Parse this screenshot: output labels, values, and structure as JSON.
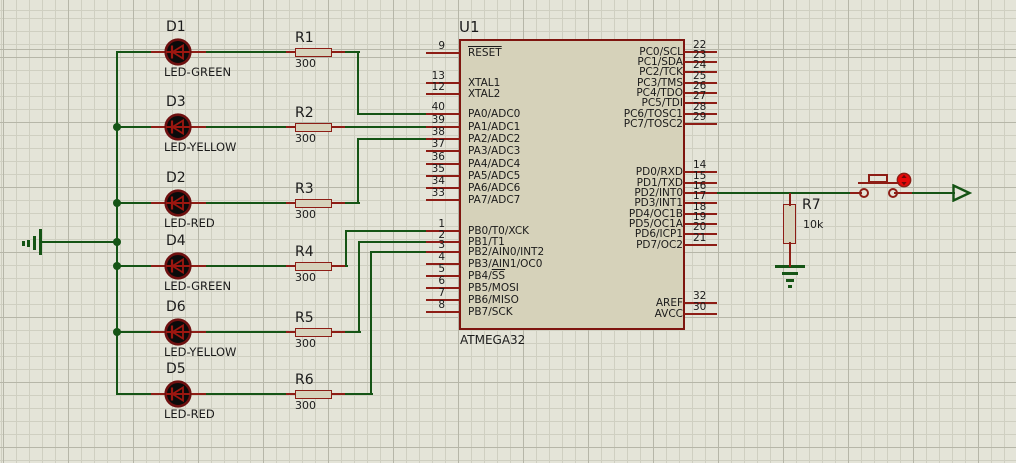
{
  "chip": {
    "ref": "U1",
    "part": "ATMEGA32",
    "left_pins": [
      {
        "num": "9",
        "pre": "",
        "over": "RESET"
      },
      {
        "num": "13",
        "pre": "XTAL1",
        "over": ""
      },
      {
        "num": "12",
        "pre": "XTAL2",
        "over": ""
      },
      {
        "num": "40",
        "pre": "PA0/ADC0",
        "over": ""
      },
      {
        "num": "39",
        "pre": "PA1/ADC1",
        "over": ""
      },
      {
        "num": "38",
        "pre": "PA2/ADC2",
        "over": ""
      },
      {
        "num": "37",
        "pre": "PA3/ADC3",
        "over": ""
      },
      {
        "num": "36",
        "pre": "PA4/ADC4",
        "over": ""
      },
      {
        "num": "35",
        "pre": "PA5/ADC5",
        "over": ""
      },
      {
        "num": "34",
        "pre": "PA6/ADC6",
        "over": ""
      },
      {
        "num": "33",
        "pre": "PA7/ADC7",
        "over": ""
      },
      {
        "num": "1",
        "pre": "PB0/T0/XCK",
        "over": ""
      },
      {
        "num": "2",
        "pre": "PB1/T1",
        "over": ""
      },
      {
        "num": "3",
        "pre": "PB2/AIN0/INT2",
        "over": ""
      },
      {
        "num": "4",
        "pre": "PB3/AIN1/OC0",
        "over": ""
      },
      {
        "num": "5",
        "pre": "PB4/",
        "over": "SS"
      },
      {
        "num": "6",
        "pre": "PB5/MOSI",
        "over": ""
      },
      {
        "num": "7",
        "pre": "PB6/MISO",
        "over": ""
      },
      {
        "num": "8",
        "pre": "PB7/SCK",
        "over": ""
      }
    ],
    "right_pins": [
      {
        "num": "22",
        "pre": "PC0/SCL",
        "over": ""
      },
      {
        "num": "23",
        "pre": "PC1/SDA",
        "over": ""
      },
      {
        "num": "24",
        "pre": "PC2/TCK",
        "over": ""
      },
      {
        "num": "25",
        "pre": "PC3/TMS",
        "over": ""
      },
      {
        "num": "26",
        "pre": "PC4/TDO",
        "over": ""
      },
      {
        "num": "27",
        "pre": "PC5/TDI",
        "over": ""
      },
      {
        "num": "28",
        "pre": "PC6/TOSC1",
        "over": ""
      },
      {
        "num": "29",
        "pre": "PC7/TOSC2",
        "over": ""
      },
      {
        "num": "14",
        "pre": "PD0/RXD",
        "over": ""
      },
      {
        "num": "15",
        "pre": "PD1/TXD",
        "over": ""
      },
      {
        "num": "16",
        "pre": "PD2/INT0",
        "over": ""
      },
      {
        "num": "17",
        "pre": "PD3/INT1",
        "over": ""
      },
      {
        "num": "18",
        "pre": "PD4/OC1B",
        "over": ""
      },
      {
        "num": "19",
        "pre": "PD5/OC1A",
        "over": ""
      },
      {
        "num": "20",
        "pre": "PD6/ICP1",
        "over": ""
      },
      {
        "num": "21",
        "pre": "PD7/OC2",
        "over": ""
      },
      {
        "num": "32",
        "pre": "AREF",
        "over": ""
      },
      {
        "num": "30",
        "pre": "AVCC",
        "over": ""
      }
    ]
  },
  "leds": [
    {
      "ref": "D1",
      "model": "LED-GREEN"
    },
    {
      "ref": "D3",
      "model": "LED-YELLOW"
    },
    {
      "ref": "D2",
      "model": "LED-RED"
    },
    {
      "ref": "D4",
      "model": "LED-GREEN"
    },
    {
      "ref": "D6",
      "model": "LED-YELLOW"
    },
    {
      "ref": "D5",
      "model": "LED-RED"
    }
  ],
  "resistors": [
    {
      "ref": "R1",
      "value": "300"
    },
    {
      "ref": "R2",
      "value": "300"
    },
    {
      "ref": "R3",
      "value": "300"
    },
    {
      "ref": "R4",
      "value": "300"
    },
    {
      "ref": "R5",
      "value": "300"
    },
    {
      "ref": "R6",
      "value": "300"
    }
  ],
  "pullup": {
    "ref": "R7",
    "value": "10k"
  },
  "colors": {
    "wire_green": "#155415",
    "component_red": "#8d1d15",
    "component_fill": "#d7d3bc",
    "background": "#e4e4d8",
    "led_body": "#0b0b0b",
    "actuator_red": "#e60808"
  }
}
